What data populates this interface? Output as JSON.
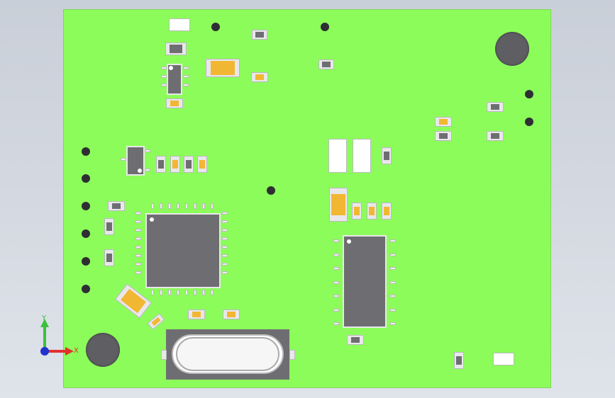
{
  "app": {
    "view": "PCB 3D view"
  },
  "axis_triad": {
    "x_label": "X",
    "y_label": "Y"
  },
  "colors": {
    "board": "#8cfc5a",
    "ic_body": "#6e6e72",
    "pad": "#e8e8ea",
    "cap_body": "#f2b732",
    "background": "#d4d9e1"
  }
}
